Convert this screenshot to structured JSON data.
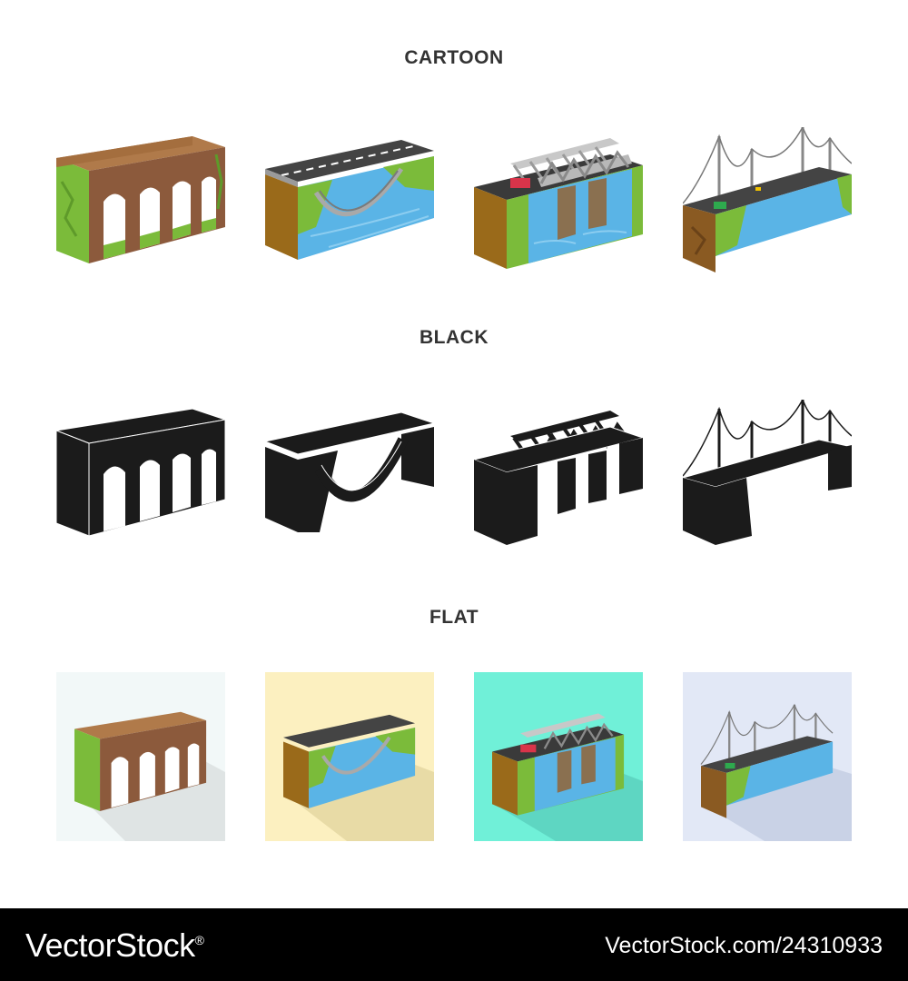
{
  "sections": {
    "cartoon": "CARTOON",
    "black": "BLACK",
    "flat": "FLAT"
  },
  "icons": [
    "stone-arch-viaduct-icon",
    "steel-arch-bridge-icon",
    "truss-railway-bridge-icon",
    "suspension-bridge-icon"
  ],
  "flat_backgrounds": [
    "#f2f8f8",
    "#fcf0c0",
    "#70f0d8",
    "#e2e8f6"
  ],
  "colors": {
    "grass": "#7bbb3a",
    "earth": "#9a6a1a",
    "brick": "#8c5a3c",
    "water": "#5ab4e6",
    "steel": "#a9a9a9",
    "road": "#333333",
    "black": "#1b1b1b",
    "footer": "#000000"
  },
  "footer": {
    "brand": "VectorStock",
    "registered": "®",
    "url_id": "VectorStock.com/24310933"
  }
}
